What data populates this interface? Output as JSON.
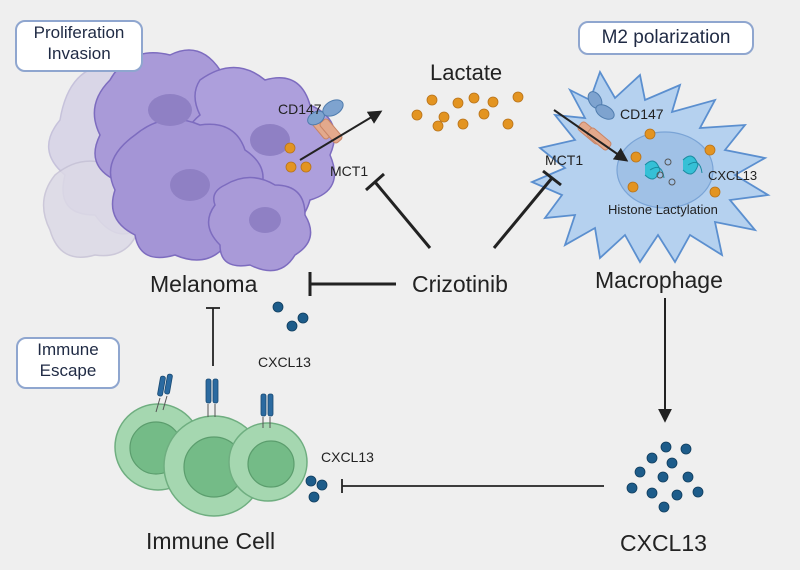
{
  "boxes": {
    "proliferation_line1": "Proliferation",
    "proliferation_line2": "Invasion",
    "m2": "M2 polarization",
    "immune_line1": "Immune",
    "immune_line2": "Escape"
  },
  "labels": {
    "lactate": "Lactate",
    "cd147_left": "CD147",
    "mct1_left": "MCT1",
    "cd147_right": "CD147",
    "mct1_right": "MCT1",
    "cxcl13_macrophage": "CXCL13",
    "histone_lactylation": "Histone Lactylation",
    "melanoma": "Melanoma",
    "crizotinib": "Crizotinib",
    "macrophage": "Macrophage",
    "cxcl13_mid": "CXCL13",
    "cxcl13_near_immune": "CXCL13",
    "immune_cell": "Immune Cell",
    "cxcl13_bottom": "CXCL13"
  },
  "colors": {
    "background": "#efefef",
    "melanoma_fill": "#a99ad8",
    "melanoma_stroke": "#7d6cbf",
    "macrophage_fill": "#b5d1ef",
    "macrophage_stroke": "#5b8fcf",
    "lactate_dot": "#e39421",
    "cxcl13_dot": "#1d5c8a",
    "immune_fill": "#9ed3a9",
    "arrow": "#222222",
    "box_border": "#8fa6cf"
  }
}
